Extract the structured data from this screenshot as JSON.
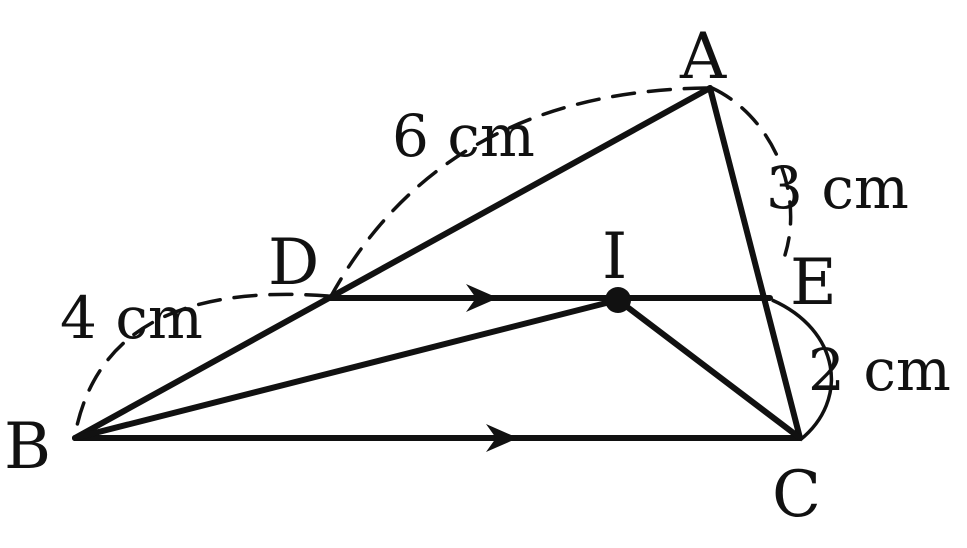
{
  "points": {
    "A": "A",
    "B": "B",
    "C": "C",
    "D": "D",
    "E": "E",
    "I": "I"
  },
  "measures": {
    "AD": "6 cm",
    "AE": "3 cm",
    "DB": "4 cm",
    "EC": "2 cm"
  },
  "colors": {
    "stroke": "#111111",
    "background": "#ffffff"
  }
}
